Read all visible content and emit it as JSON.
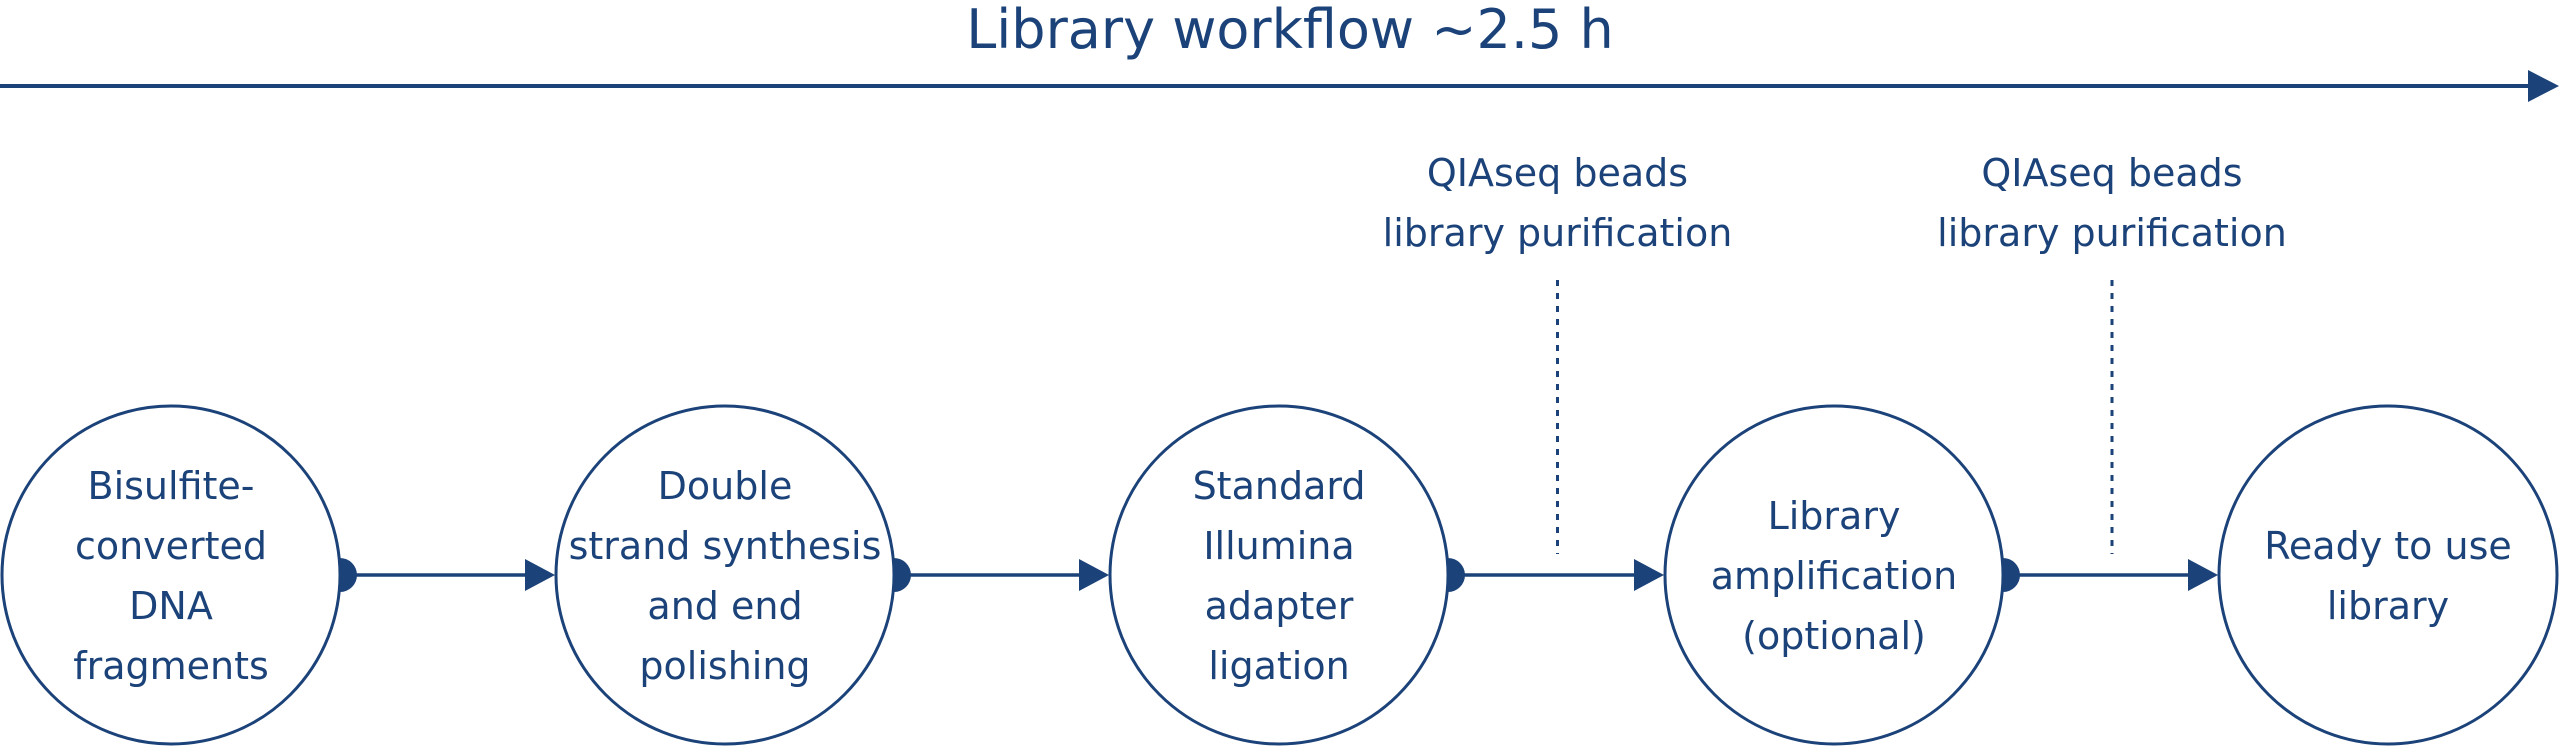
{
  "title": "Library workflow ~2.5 h",
  "colors": {
    "primary": "#1b4279",
    "background": "#ffffff"
  },
  "steps": [
    {
      "id": "step-1",
      "lines": [
        "Bisulfite-",
        "converted",
        "DNA",
        "fragments"
      ]
    },
    {
      "id": "step-2",
      "lines": [
        "Double",
        "strand synthesis",
        "and end",
        "polishing"
      ]
    },
    {
      "id": "step-3",
      "lines": [
        "Standard",
        "Illumina",
        "adapter",
        "ligation"
      ]
    },
    {
      "id": "step-4",
      "lines": [
        "Library",
        "amplification",
        "(optional)"
      ]
    },
    {
      "id": "step-5",
      "lines": [
        "Ready to use",
        "library"
      ]
    }
  ],
  "annotations": [
    {
      "between": [
        3,
        4
      ],
      "lines": [
        "QIAseq beads",
        "library purification"
      ]
    },
    {
      "between": [
        4,
        5
      ],
      "lines": [
        "QIAseq beads",
        "library purification"
      ]
    }
  ],
  "connectors": [
    {
      "from": 1,
      "to": 2
    },
    {
      "from": 2,
      "to": 3
    },
    {
      "from": 3,
      "to": 4
    },
    {
      "from": 4,
      "to": 5
    }
  ]
}
